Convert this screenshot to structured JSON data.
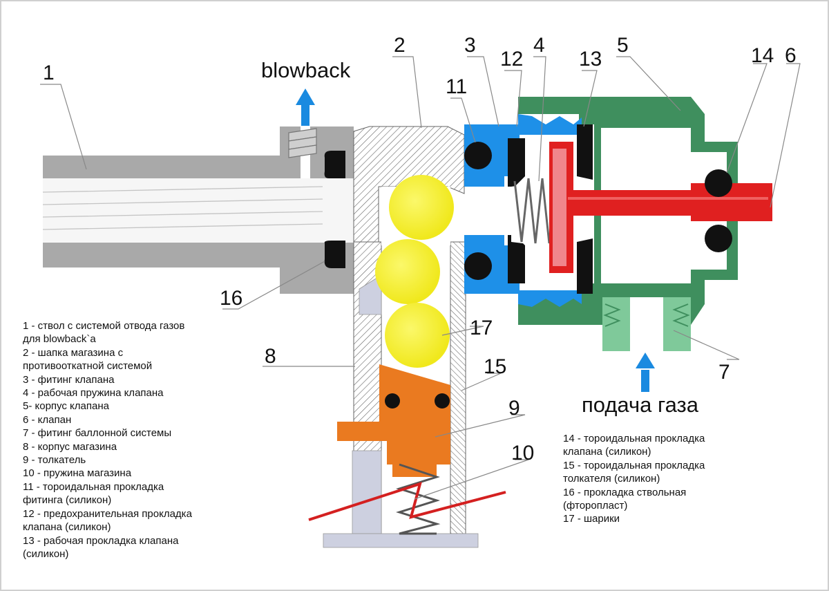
{
  "diagram": {
    "flow_labels": {
      "blowback": "blowback",
      "gas_supply": "подача газа"
    },
    "callouts": [
      "1",
      "2",
      "3",
      "4",
      "5",
      "6",
      "7",
      "8",
      "9",
      "10",
      "11",
      "12",
      "13",
      "14",
      "15",
      "16",
      "17"
    ],
    "legend_left": [
      "1 - ствол с системой отвода газов",
      "для blowback`a",
      "2 - шапка магазина с",
      "противооткатной системой",
      "3 - фитинг клапана",
      "4 - рабочая пружина клапана",
      "5- корпус клапана",
      "6 - клапан",
      "7 - фитинг баллонной системы",
      "8 - корпус магазина",
      "9 - толкатель",
      "10 - пружина магазина",
      "11 - тороидальная прокладка",
      "фитинга (силикон)",
      "12 - предохранительная прокладка",
      "клапана (силикон)",
      "13 - рабочая прокладка клапана",
      "(силикон)"
    ],
    "legend_right": [
      "14 - тороидальная прокладка",
      "клапана (силикон)",
      "15 - тороидальная прокладка",
      "толкателя (силикон)",
      "16 - прокладка ствольная",
      "(фторопласт)",
      "17 - шарики"
    ],
    "colors": {
      "barrel_gray": "#a9a9a9",
      "magazine_hatch": "#555555",
      "valve_body_green": "#3f8f5e",
      "fitting_light_green": "#7fc99a",
      "fitting_blue": "#1e90e8",
      "valve_red": "#e02020",
      "pusher_orange": "#ea7a20",
      "balls_yellow": "#f2ee24",
      "seal_black": "#111111",
      "arrow_blue": "#1a8ae0",
      "spring_red": "#d42020"
    }
  }
}
